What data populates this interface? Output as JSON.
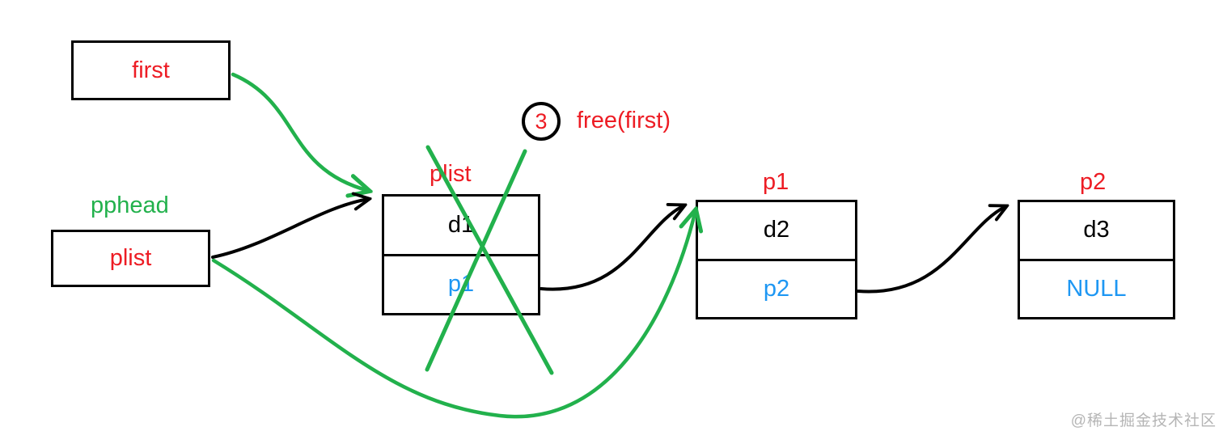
{
  "colors": {
    "green": "#22b14c",
    "red": "#ed1c24",
    "blue": "#1e97f3",
    "black": "#000000",
    "watermark_gray": "#b5b5b5"
  },
  "labels": {
    "first_box": "first",
    "pphead": "pphead",
    "plist_box": "plist",
    "free_call": "free(first)",
    "step_number": "3",
    "watermark": "@稀土掘金技术社区"
  },
  "nodes": [
    {
      "title": "plist",
      "data_field": "d1",
      "next_field": "p1"
    },
    {
      "title": "p1",
      "data_field": "d2",
      "next_field": "p2"
    },
    {
      "title": "p2",
      "data_field": "d3",
      "next_field": "NULL"
    }
  ]
}
